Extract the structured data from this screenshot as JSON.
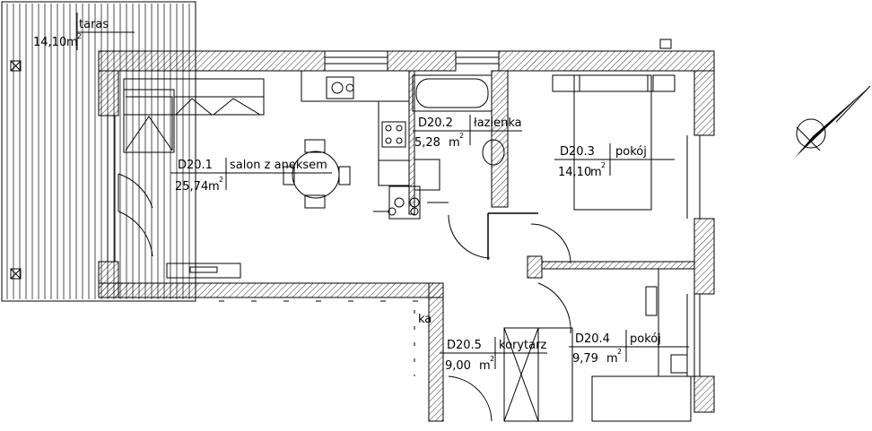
{
  "rooms": [
    {
      "id": "taras",
      "code": "",
      "name": "taras",
      "area": "14,10",
      "unit": "m",
      "exp": "2"
    },
    {
      "id": "d20-1",
      "code": "D20.1",
      "name": "salon z aneksem",
      "area": "25,74",
      "unit": "m",
      "exp": "2"
    },
    {
      "id": "d20-2",
      "code": "D20.2",
      "name": "łazienka",
      "area": "5,28",
      "unit": "m",
      "exp": "2"
    },
    {
      "id": "d20-3",
      "code": "D20.3",
      "name": "pokój",
      "area": "14,10",
      "unit": "m",
      "exp": "2"
    },
    {
      "id": "d20-4",
      "code": "D20.4",
      "name": "pokój",
      "area": "9,79",
      "unit": "m",
      "exp": "2"
    },
    {
      "id": "d20-5",
      "code": "D20.5",
      "name": "korytarz",
      "area": "9,00",
      "unit": "m",
      "exp": "2"
    }
  ],
  "fragment_text": "ka",
  "icons": {
    "compass": "north-arrow-icon"
  },
  "colors": {
    "line": "#000000",
    "background": "#ffffff"
  }
}
